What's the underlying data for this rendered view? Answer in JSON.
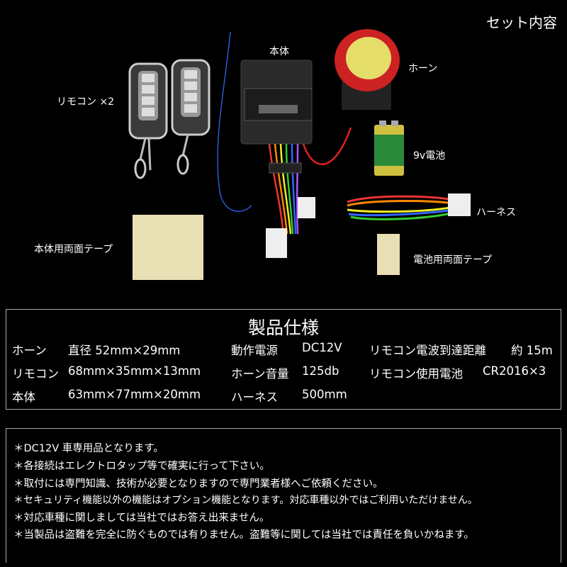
{
  "title": "セット内容",
  "photo_labels": {
    "body": "本体",
    "horn": "ホーン",
    "remote": "リモコン ×2",
    "battery": "9v電池",
    "harness": "ハーネス",
    "body_tape": "本体用両面テープ",
    "battery_tape": "電池用両面テープ"
  },
  "spec": {
    "title": "製品仕様",
    "rows": [
      [
        {
          "k": "ホーン",
          "v": "直径 52mm×29mm"
        },
        {
          "k": "動作電源",
          "v": "DC12V"
        },
        {
          "k": "リモコン電波到達距離",
          "v": "約 15m"
        }
      ],
      [
        {
          "k": "リモコン",
          "v": "68mm×35mm×13mm"
        },
        {
          "k": "ホーン音量",
          "v": "125db"
        },
        {
          "k": "リモコン使用電池",
          "v": "CR2016×3"
        }
      ],
      [
        {
          "k": "本体",
          "v": "63mm×77mm×20mm"
        },
        {
          "k": "ハーネス",
          "v": "500mm"
        }
      ]
    ]
  },
  "notes": [
    "＊DC12V 車専用品となります。",
    "＊各接続はエレクトロタップ等で確実に行って下さい。",
    "＊取付には専門知識、技術が必要となりますので専門業者様へご依頼ください。",
    "＊セキュリティ機能以外の機能はオプション機能となります。対応車種以外ではご利用いただけません。",
    "＊対応車種に関しましては当社ではお答え出来ません。",
    "＊当製品は盗難を完全に防ぐものでは有りません。盗難等に関しては当社では責任を負いかねます。"
  ]
}
